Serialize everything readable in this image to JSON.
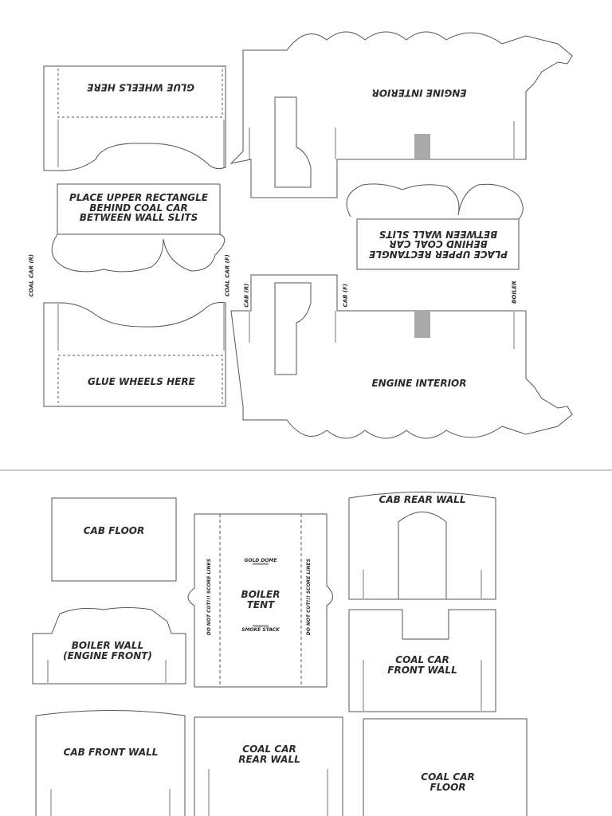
{
  "page1": {
    "top_coal_glue": "GLUE WHEELS HERE",
    "top_engine_interior": "ENGINE INTERIOR",
    "place_left": [
      "PLACE UPPER RECTANGLE",
      "BEHIND COAL CAR",
      "BETWEEN WALL SLITS"
    ],
    "place_right": [
      "PLACE UPPER RECTANGLE",
      "BEHIND COAL CAR",
      "BETWEEN WALL SLITS"
    ],
    "coal_car_r": "COAL CAR (R)",
    "coal_car_f": "COAL CAR (F)",
    "cab_r": "CAB (R)",
    "cab_f": "CAB (F)",
    "boiler": "BOILER",
    "bottom_coal_glue": "GLUE WHEELS HERE",
    "bottom_engine_interior": "ENGINE INTERIOR"
  },
  "page2": {
    "cab_floor": "CAB FLOOR",
    "boiler_wall": [
      "BOILER WALL",
      "(ENGINE FRONT)"
    ],
    "boiler_tent": [
      "BOILER",
      "TENT"
    ],
    "gold_dome": "GOLD DOME",
    "smoke_stack": "SMOKE STACK",
    "score_note": "DO NOT CUT!!! SCORE LINES",
    "cab_rear_wall": "CAB REAR WALL",
    "coal_car_front_wall": [
      "COAL CAR",
      "FRONT WALL"
    ],
    "cab_front_wall": "CAB FRONT WALL",
    "coal_car_rear_wall": [
      "COAL CAR",
      "REAR WALL"
    ],
    "coal_car_floor": [
      "COAL CAR",
      "FLOOR"
    ]
  },
  "colors": {
    "outline": "#555555",
    "slit": "#bbbbbb",
    "slot": "#aaaaaa",
    "label": "#2a2a2a"
  }
}
